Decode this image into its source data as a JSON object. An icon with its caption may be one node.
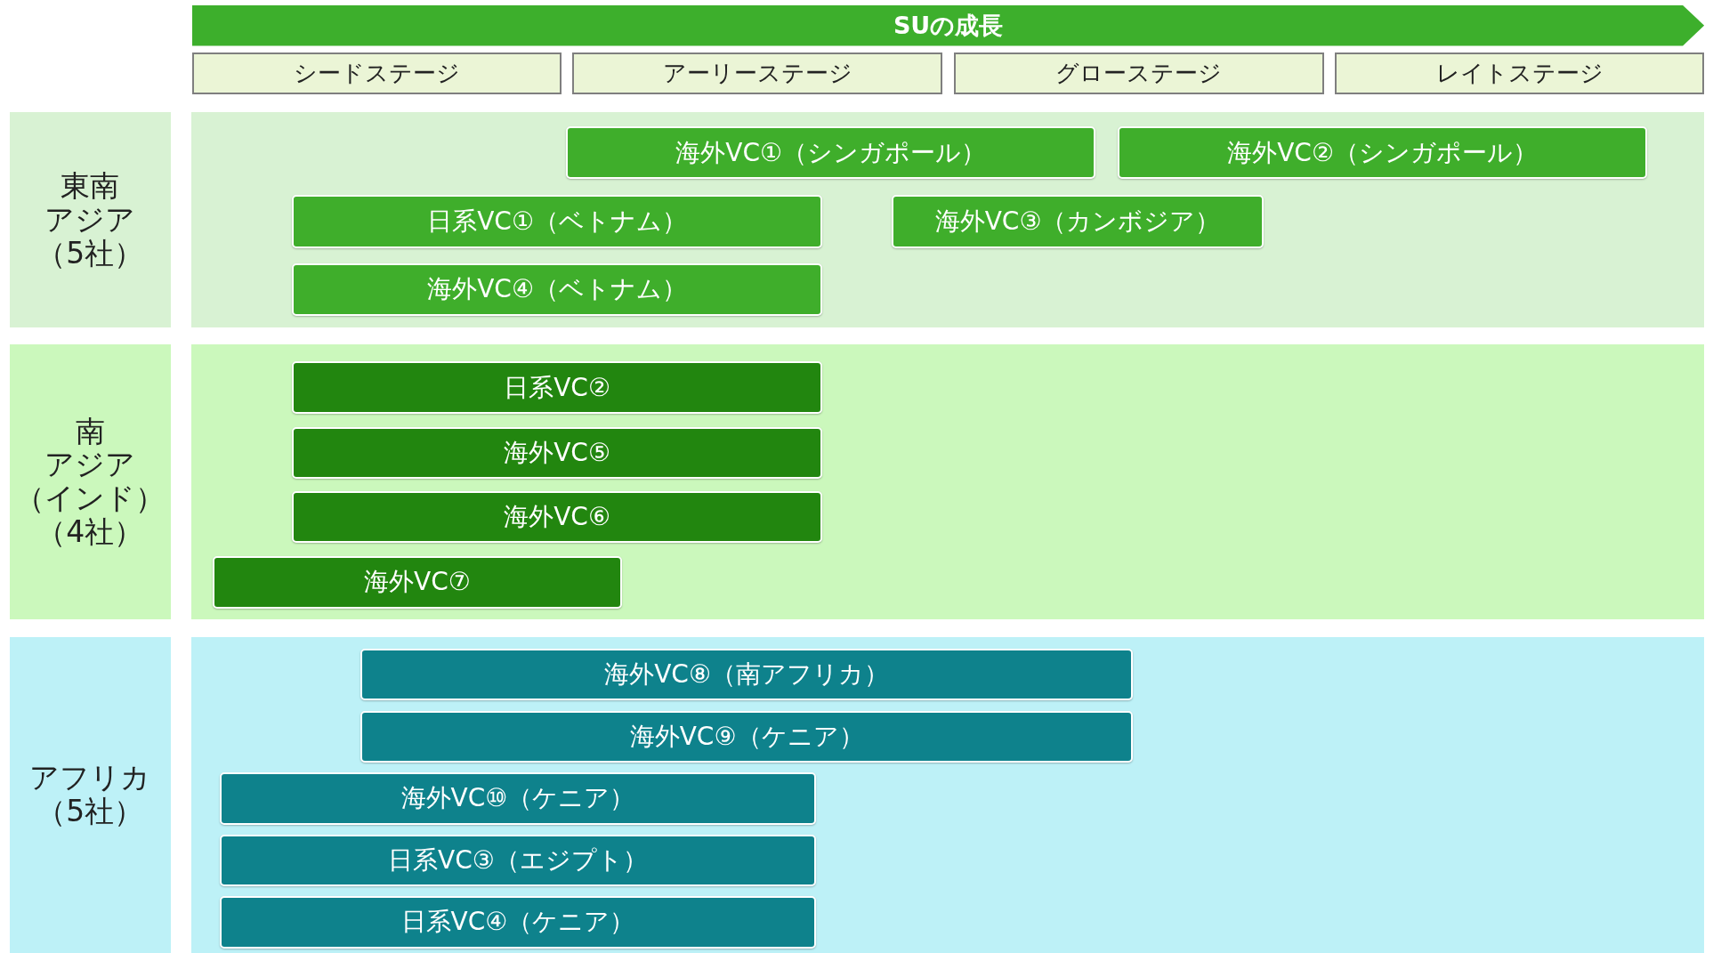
{
  "diagram": {
    "nodes": [
      {
        "text": [
          "SUの成長"
        ]
      },
      {
        "text": [
          "シードステージ"
        ]
      },
      {
        "text": [
          "アーリーステージ"
        ]
      },
      {
        "text": [
          "グローステージ"
        ]
      },
      {
        "text": [
          "レイトステージ"
        ]
      },
      {
        "text": [
          "東南アジア（5社）"
        ]
      },
      {
        "text": [],
        "shape": "box"
      },
      {
        "text": [
          "海外VC①（シンガポール）"
        ],
        "in": 6
      },
      {
        "text": [
          "海外VC②（シンガポール）"
        ],
        "in": 6
      },
      {
        "text": [
          "日系VC①（ベトナム）"
        ],
        "in": 6
      },
      {
        "text": [
          "海外VC③（カンボジア）"
        ],
        "in": 6
      },
      {
        "text": [
          "海外VC④（ベトナム）"
        ],
        "in": 6
      },
      {
        "text": [
          "南アジア（インド）（4社）"
        ]
      },
      {
        "text": [],
        "shape": "box"
      },
      {
        "text": [
          "日系VC②"
        ],
        "in": 13
      },
      {
        "text": [
          "海外VC⑤"
        ],
        "in": 13
      },
      {
        "text": [
          "海外VC⑥"
        ],
        "in": 13
      },
      {
        "text": [
          "海外VC⑦"
        ],
        "in": 13
      },
      {
        "text": [
          "アフリカ（5社）"
        ]
      },
      {
        "text": [],
        "shape": "box"
      },
      {
        "text": [
          "海外VC⑧（南アフリカ）"
        ],
        "in": 19
      },
      {
        "text": [
          "海外VC⑨（ケニア）"
        ],
        "in": 19
      },
      {
        "text": [
          "海外VC⑩（ケニア）"
        ],
        "in": 19
      },
      {
        "text": [
          "日系VC③（エジプト）"
        ],
        "in": 19
      },
      {
        "text": [
          "日系VC④（ケニア）"
        ],
        "in": 19
      }
    ],
    "edges": []
  }
}
